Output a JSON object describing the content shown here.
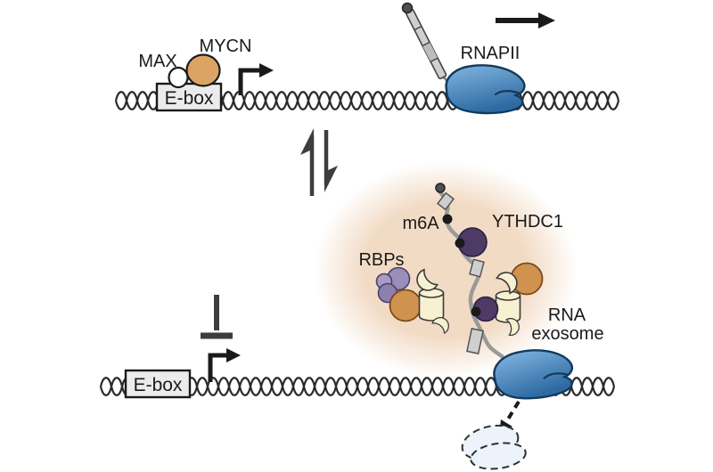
{
  "figure": {
    "type": "mechanism-diagram",
    "top_panel": {
      "max_label": "MAX",
      "mycn_label": "MYCN",
      "ebox_label": "E-box",
      "rnapii_label": "RNAPII"
    },
    "bottom_panel": {
      "m6a_label": "m6A",
      "ythdc1_label": "YTHDC1",
      "rbps_label": "RBPs",
      "rna_exosome_label_line1": "RNA",
      "rna_exosome_label_line2": "exosome",
      "ebox_label": "E-box"
    }
  },
  "colors": {
    "ink": "#1a1a1a",
    "dna": "#2b2b2b",
    "ebox_fill": "#ebebeb",
    "mycn_orange": "#dba364",
    "cluster_orange": "#d0924f",
    "max_white": "#ffffff",
    "rnapii_blue_light": "#82b6e0",
    "rnapii_blue_dark": "#2e6ba3",
    "ythdc1_purple": "#4d3b66",
    "rbp_purple_1": "#9a8fba",
    "rbp_purple_2": "#a89cc4",
    "rbp_purple_3": "#8d80ae",
    "exosome_cream": "#f8f1d1",
    "rna_gray": "#9a9a9a",
    "segment_gray": "#cfcfcf",
    "glow_peach": "#f2dbc5",
    "ghost_blue": "#ecf3fa",
    "inhibit_gray": "#3d3d3d"
  }
}
